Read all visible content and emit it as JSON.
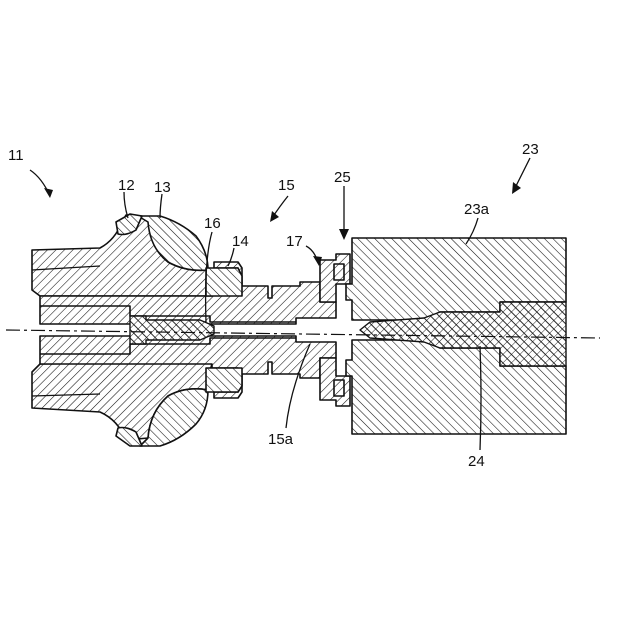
{
  "figure": {
    "labels": {
      "l11": "11",
      "l12": "12",
      "l13": "13",
      "l14": "14",
      "l15": "15",
      "l15a": "15a",
      "l16": "16",
      "l17": "17",
      "l23": "23",
      "l23a": "23a",
      "l24": "24",
      "l25": "25"
    },
    "colors": {
      "ink": "#111111",
      "background": "#ffffff"
    }
  }
}
